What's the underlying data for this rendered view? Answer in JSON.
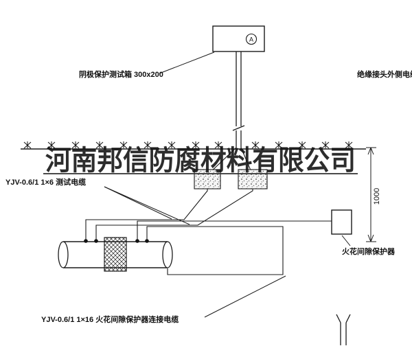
{
  "drawing": {
    "watermark": "河南邦信防腐材料有限公司",
    "test_box_label": "阴极保护测试箱 300x200",
    "right_cable_label": "绝缘接头外侧电缆",
    "test_cable_label": "YJV-0.6/1 1×6  测试电缆",
    "spark_protector_label": "火花间隙保护器",
    "spark_cable_label": "YJV-0.6/1 1×16  火花间隙保护器连接电缆",
    "dimension_value": "1000",
    "ammeter_symbol": "A"
  },
  "colors": {
    "line": "#1a1a1a",
    "watermark": "#2b2b2b",
    "background": "#ffffff"
  }
}
